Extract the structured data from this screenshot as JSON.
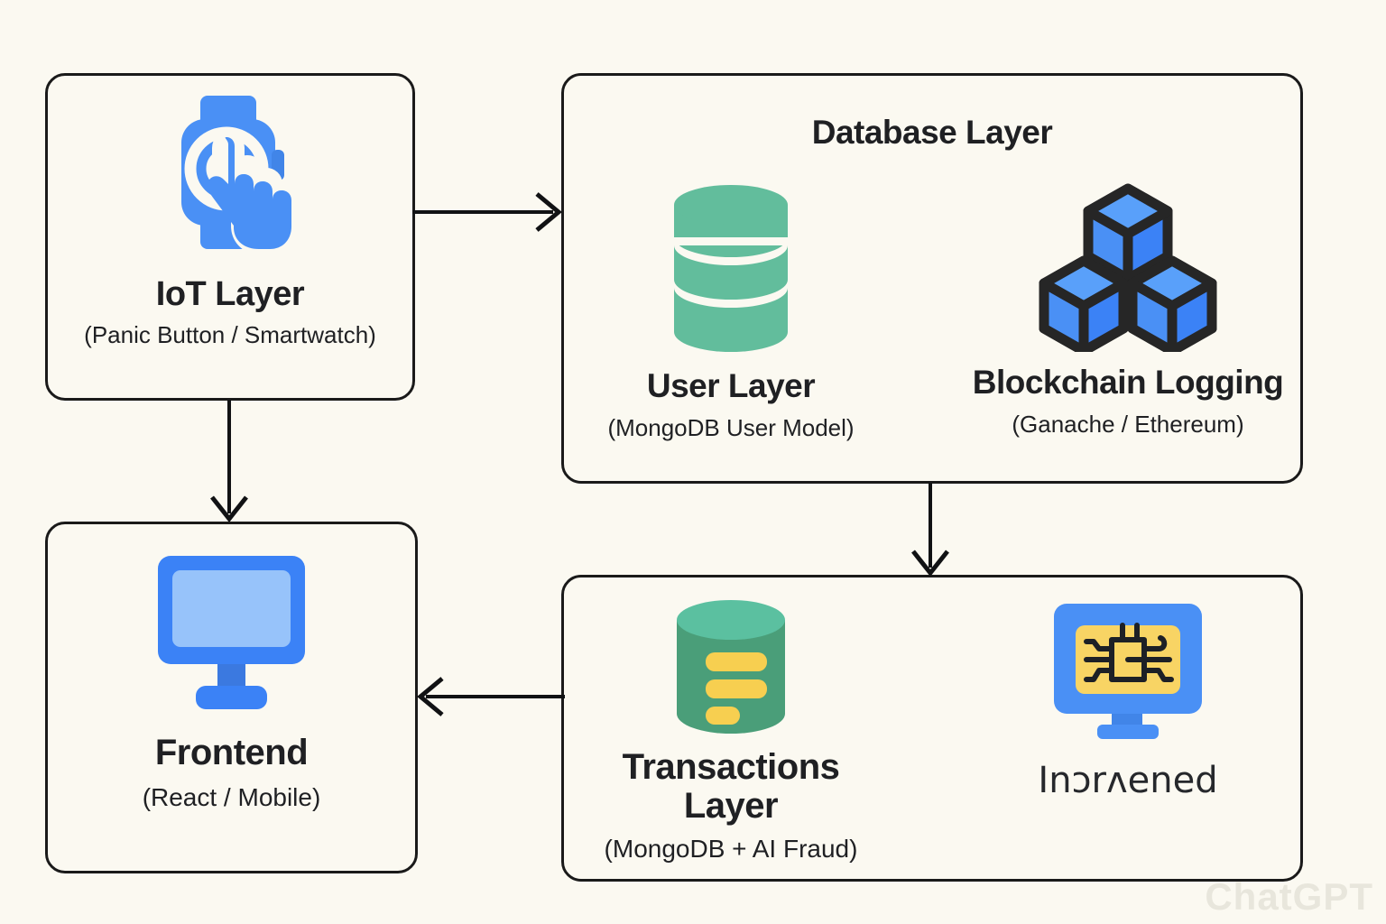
{
  "diagram": {
    "background_color": "#FBF9F1",
    "border_color": "#1A1A1A",
    "accent_blue": "#3B82F6",
    "accent_green_light": "#5FBF9B",
    "accent_green_dark": "#4A9E79",
    "accent_yellow": "#F7CF50",
    "watermark": "ChatGPT"
  },
  "nodes": {
    "iot": {
      "title": "IoT Layer",
      "subtitle": "(Panic Button / Smartwatch)",
      "icon": "smartwatch-touch-icon"
    },
    "frontend": {
      "title": "Frontend",
      "subtitle": "(React / Mobile)",
      "icon": "monitor-icon"
    },
    "database_group": {
      "group_title": "Database Layer",
      "children": [
        {
          "title": "User Layer",
          "subtitle": "(MongoDB User Model)",
          "icon": "database-cylinder-icon"
        },
        {
          "title": "Blockchain Logging",
          "subtitle": "(Ganache / Ethereum)",
          "icon": "blockchain-cubes-icon"
        }
      ]
    },
    "transactions_group": {
      "children": [
        {
          "title": "Transactions\nLayer",
          "subtitle": "(MongoDB + AI Fraud)",
          "icon": "database-records-icon"
        },
        {
          "title": "Inɔrʌened",
          "subtitle": "",
          "icon": "ai-monitor-chip-icon"
        }
      ]
    }
  },
  "connections": [
    {
      "name": "iot-to-database",
      "from": "IoT Layer",
      "to": "Database Layer",
      "direction": "right"
    },
    {
      "name": "iot-to-frontend",
      "from": "IoT Layer",
      "to": "Frontend",
      "direction": "down"
    },
    {
      "name": "database-to-transactions",
      "from": "Database Layer",
      "to": "Transactions Layer",
      "direction": "down"
    },
    {
      "name": "transactions-to-frontend",
      "from": "Transactions Layer",
      "to": "Frontend",
      "direction": "left"
    }
  ]
}
